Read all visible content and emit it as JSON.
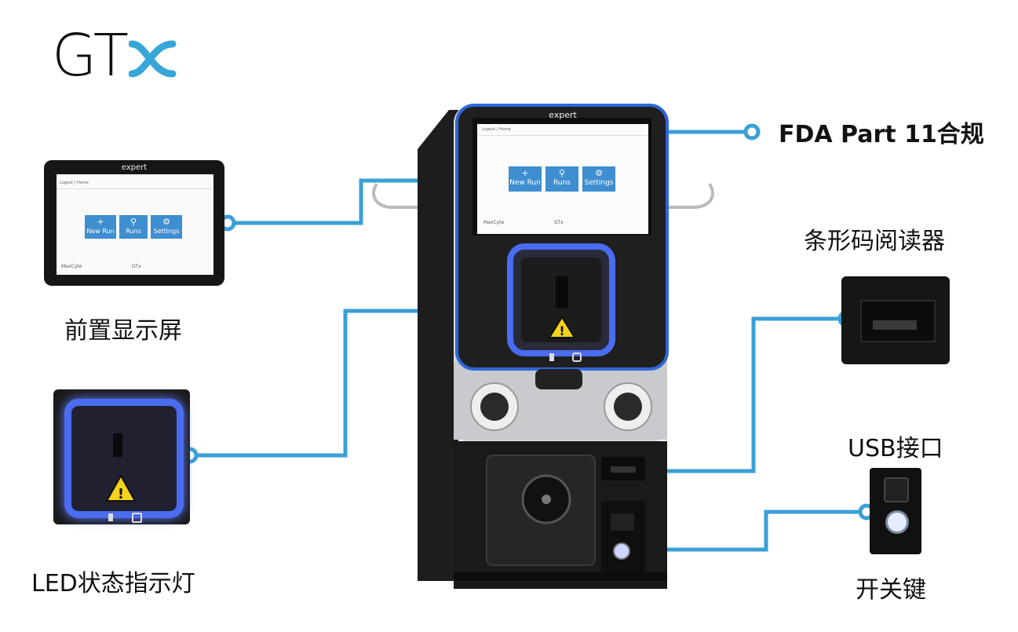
{
  "logo": {
    "text": "GT",
    "mark": "x-swoosh"
  },
  "callouts": {
    "fda": "FDA Part 11合规",
    "barcode": "条形码阅读器",
    "front_display": "前置显示屏",
    "usb": "USB接口",
    "led": "LED状态指示灯",
    "power": "开关键"
  },
  "device": {
    "brand": "expert",
    "maker": "MaxCyte",
    "model_tag": "GTx",
    "screen": {
      "logout": "Logout",
      "home": "Home",
      "buttons": [
        {
          "icon": "+",
          "label": "New Run"
        },
        {
          "icon": "⚲",
          "label": "Runs"
        },
        {
          "icon": "⚙",
          "label": "Settings"
        }
      ]
    }
  },
  "colors": {
    "accent": "#3aa0d6",
    "button": "#3e8ed0",
    "led": "#4a6cf0"
  }
}
